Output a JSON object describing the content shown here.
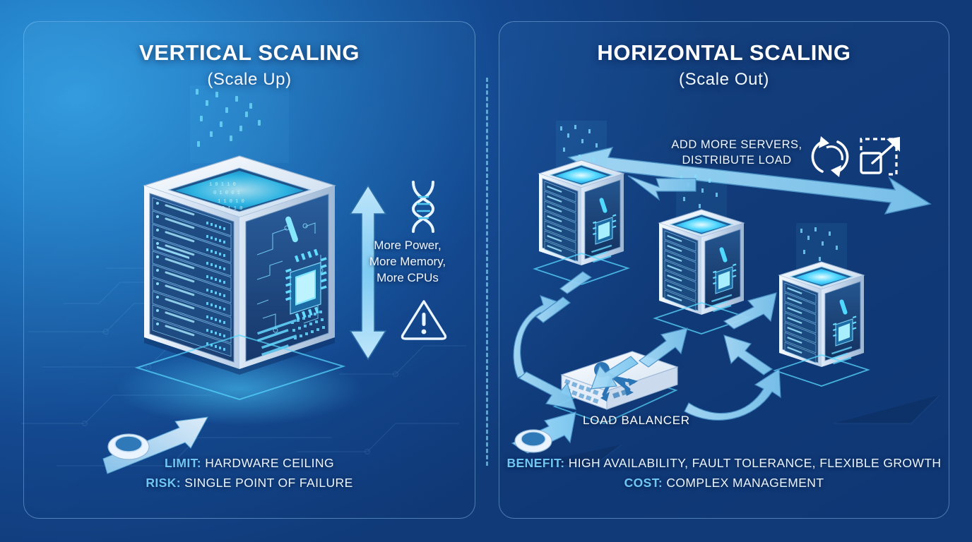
{
  "theme": {
    "bg_light": "#2f9ade",
    "bg_dark": "#11356f",
    "accent_cyan": "#6fc6f5",
    "arrow_blue": "#9ed6f7",
    "server_white": "#eef4fb",
    "glow": "#49d8ff"
  },
  "divider": {
    "style": "dashed-vertical"
  },
  "left_panel": {
    "title": "VERTICAL SCALING",
    "subtitle": "(Scale Up)",
    "benefit_note": "More Power,\nMore Memory,\nMore CPUs",
    "benefit_lines": [
      "More Power,",
      "More Memory,",
      "More CPUs"
    ],
    "icons": [
      "dna-helix-icon",
      "warning-triangle-icon",
      "double-headed-vertical-arrow-icon",
      "rising-arrow-icon",
      "ring-node-icon"
    ],
    "server": {
      "name": "large-server-rack",
      "bays": 10,
      "features": [
        "glowing-top-panel",
        "cpu-chip",
        "circuit-traces",
        "binary-data-stream"
      ]
    },
    "footer": [
      {
        "key": "LIMIT:",
        "value": "HARDWARE CEILING"
      },
      {
        "key": "RISK:",
        "value": "SINGLE POINT OF FAILURE"
      }
    ]
  },
  "right_panel": {
    "title": "HORIZONTAL SCALING",
    "subtitle": "(Scale Out)",
    "callout_lines": [
      "ADD MORE SERVERS,",
      "DISTRIBUTE LOAD"
    ],
    "load_balancer_label": "LOAD BALANCER",
    "icons": [
      "sync-arrows-icon",
      "expand-scale-icon",
      "double-headed-horizontal-arrow-icon",
      "ring-node-icon"
    ],
    "servers": [
      {
        "name": "server-node-1",
        "bays": 7
      },
      {
        "name": "server-node-2",
        "bays": 7
      },
      {
        "name": "server-node-3",
        "bays": 7
      }
    ],
    "footer": [
      {
        "key": "BENEFIT:",
        "value": "HIGH AVAILABILITY, FAULT TOLERANCE, FLEXIBLE GROWTH"
      },
      {
        "key": "COST:",
        "value": "COMPLEX MANAGEMENT"
      }
    ]
  }
}
